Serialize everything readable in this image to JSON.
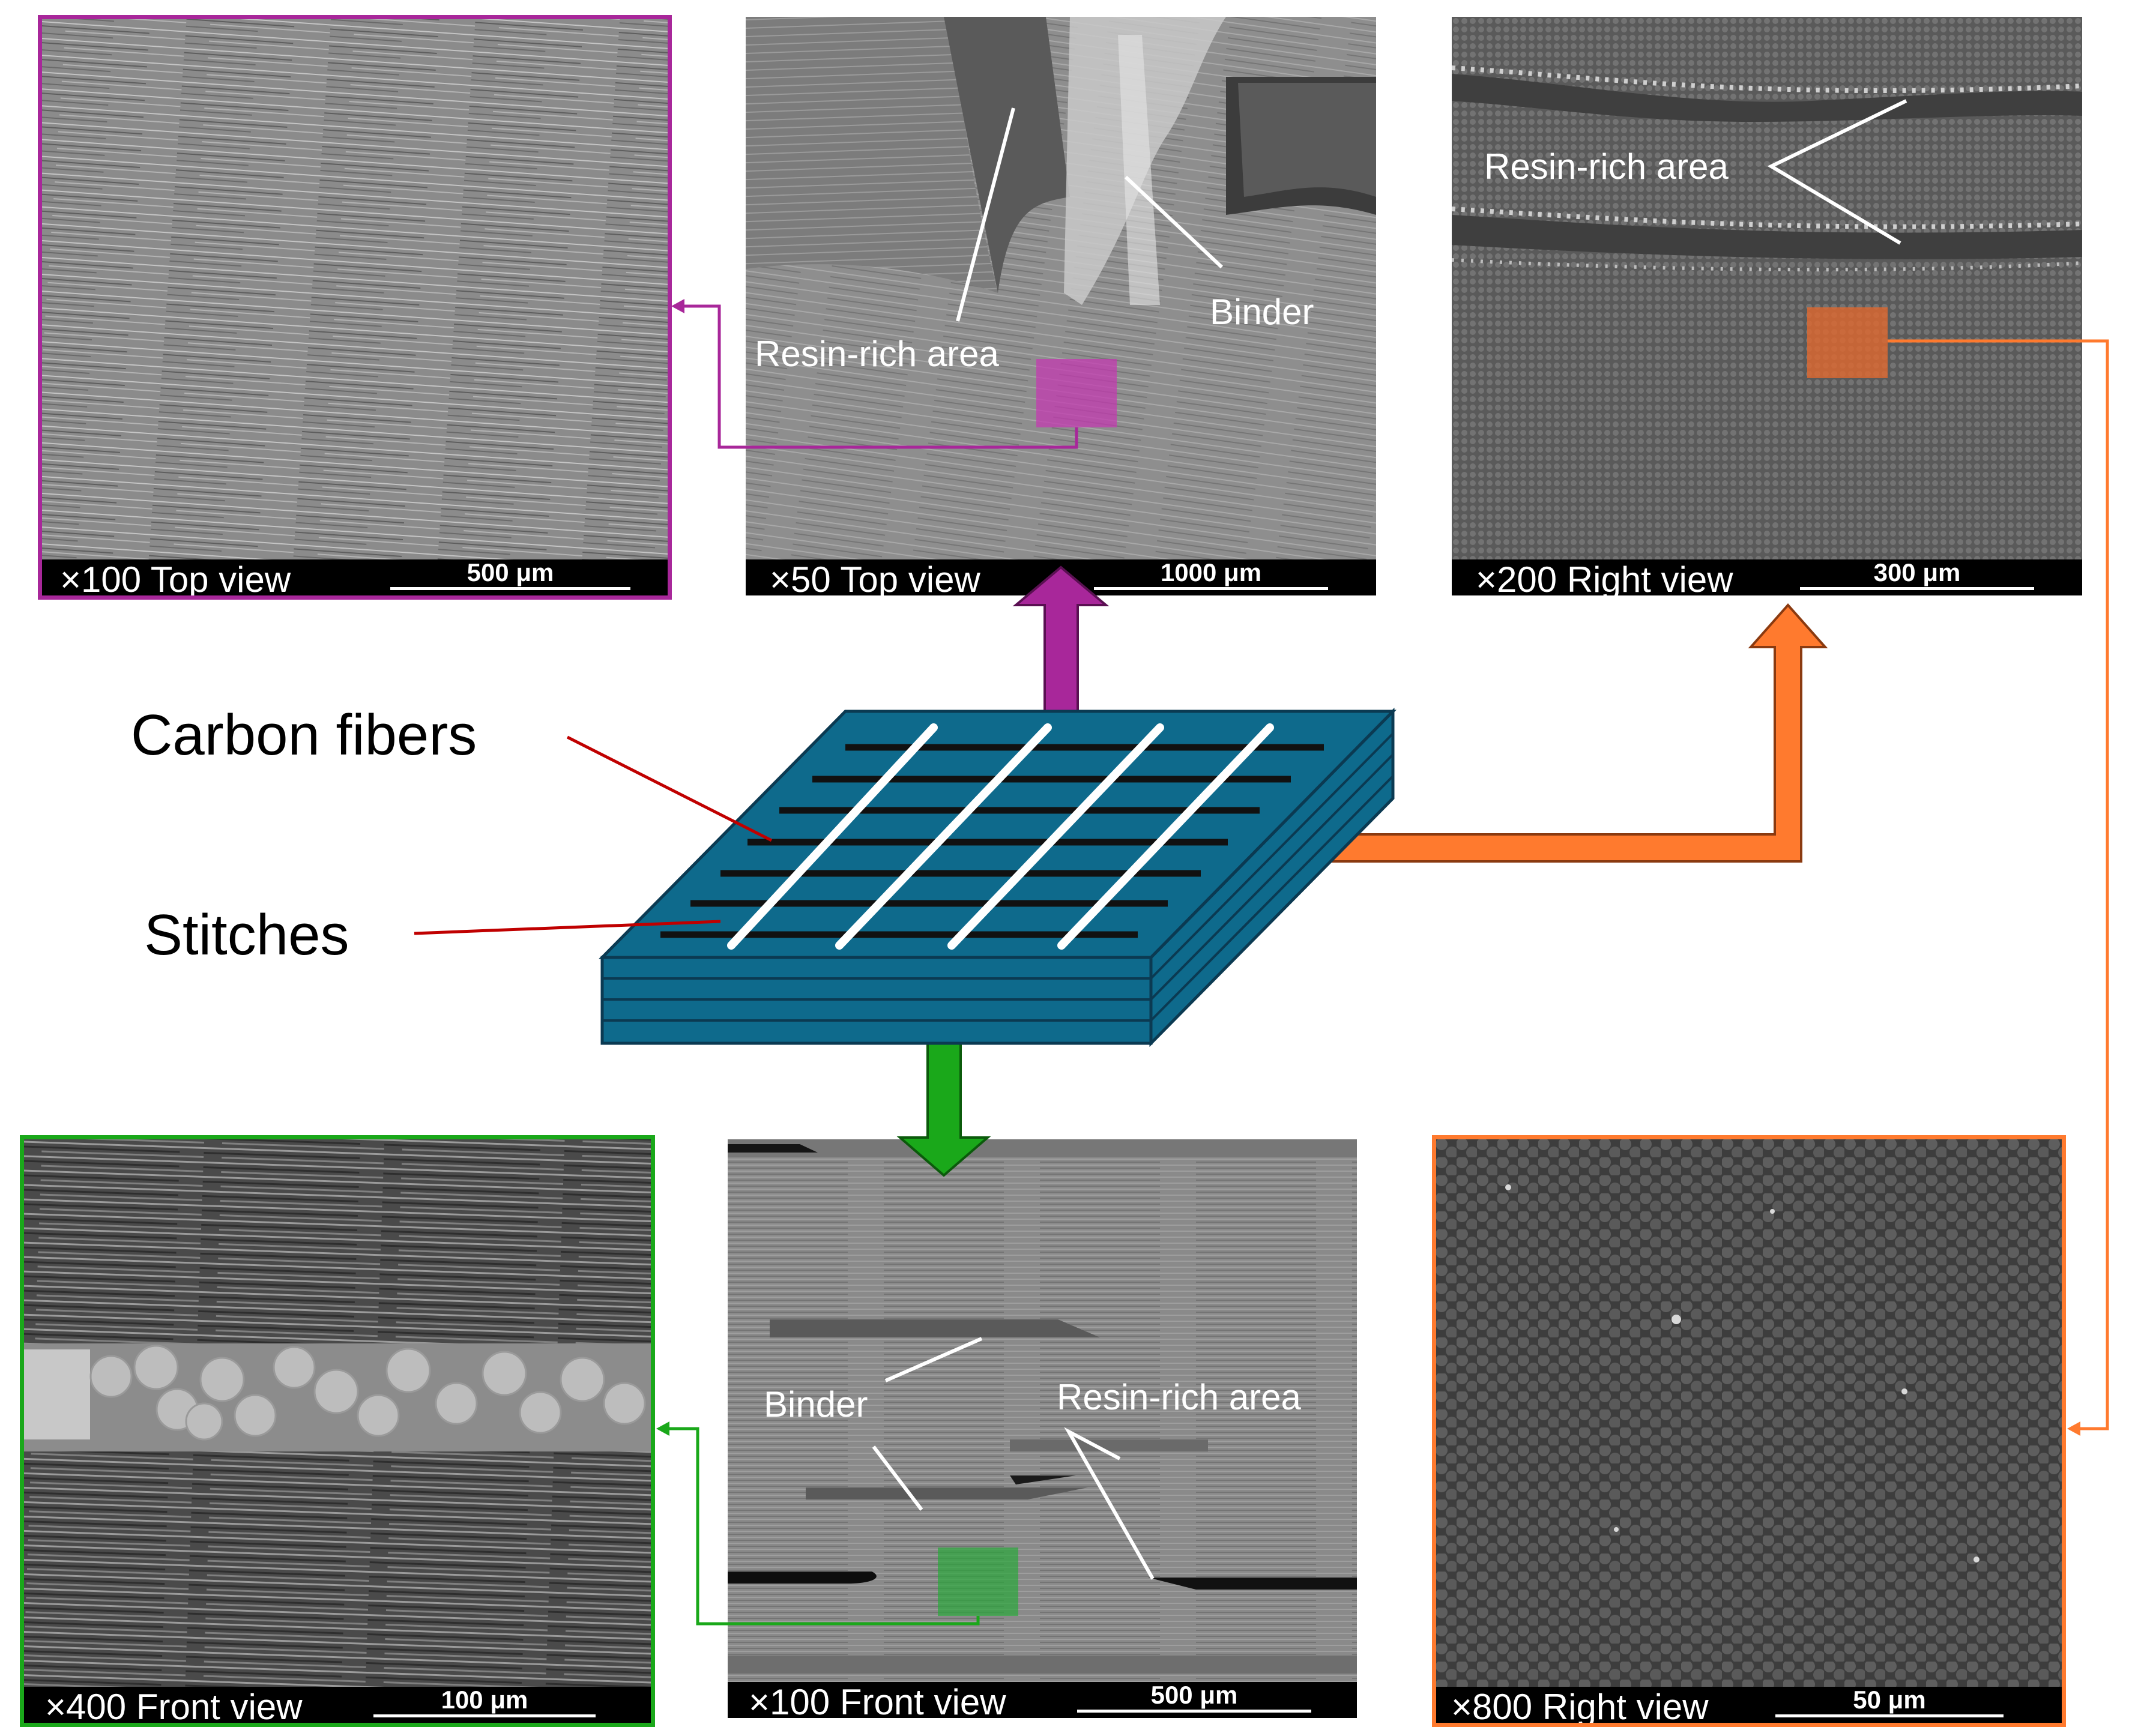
{
  "diagram": {
    "carbon_fibers_label": "Carbon fibers",
    "stitches_label": "Stitches",
    "colors": {
      "magenta": "#a8279a",
      "orange": "#ff7a2e",
      "green": "#1aa81a",
      "laminate": "#0e6a8c",
      "laminate_edge": "#0b3a52",
      "leader_red": "#c00000"
    }
  },
  "panels": {
    "top_view_100": {
      "view": "×100 Top view",
      "scale": "500 μm"
    },
    "top_view_50": {
      "view": "×50 Top view",
      "scale": "1000 μm",
      "resin_rich": "Resin-rich area",
      "binder": "Binder"
    },
    "right_view_200": {
      "view": "×200 Right view",
      "scale": "300 μm",
      "resin_rich": "Resin-rich area"
    },
    "front_view_400": {
      "view": "×400 Front view",
      "scale": "100 μm"
    },
    "front_view_100": {
      "view": "×100 Front view",
      "scale": "500 μm",
      "binder": "Binder",
      "resin_rich": "Resin-rich area"
    },
    "right_view_800": {
      "view": "×800 Right view",
      "scale": "50 μm"
    }
  }
}
